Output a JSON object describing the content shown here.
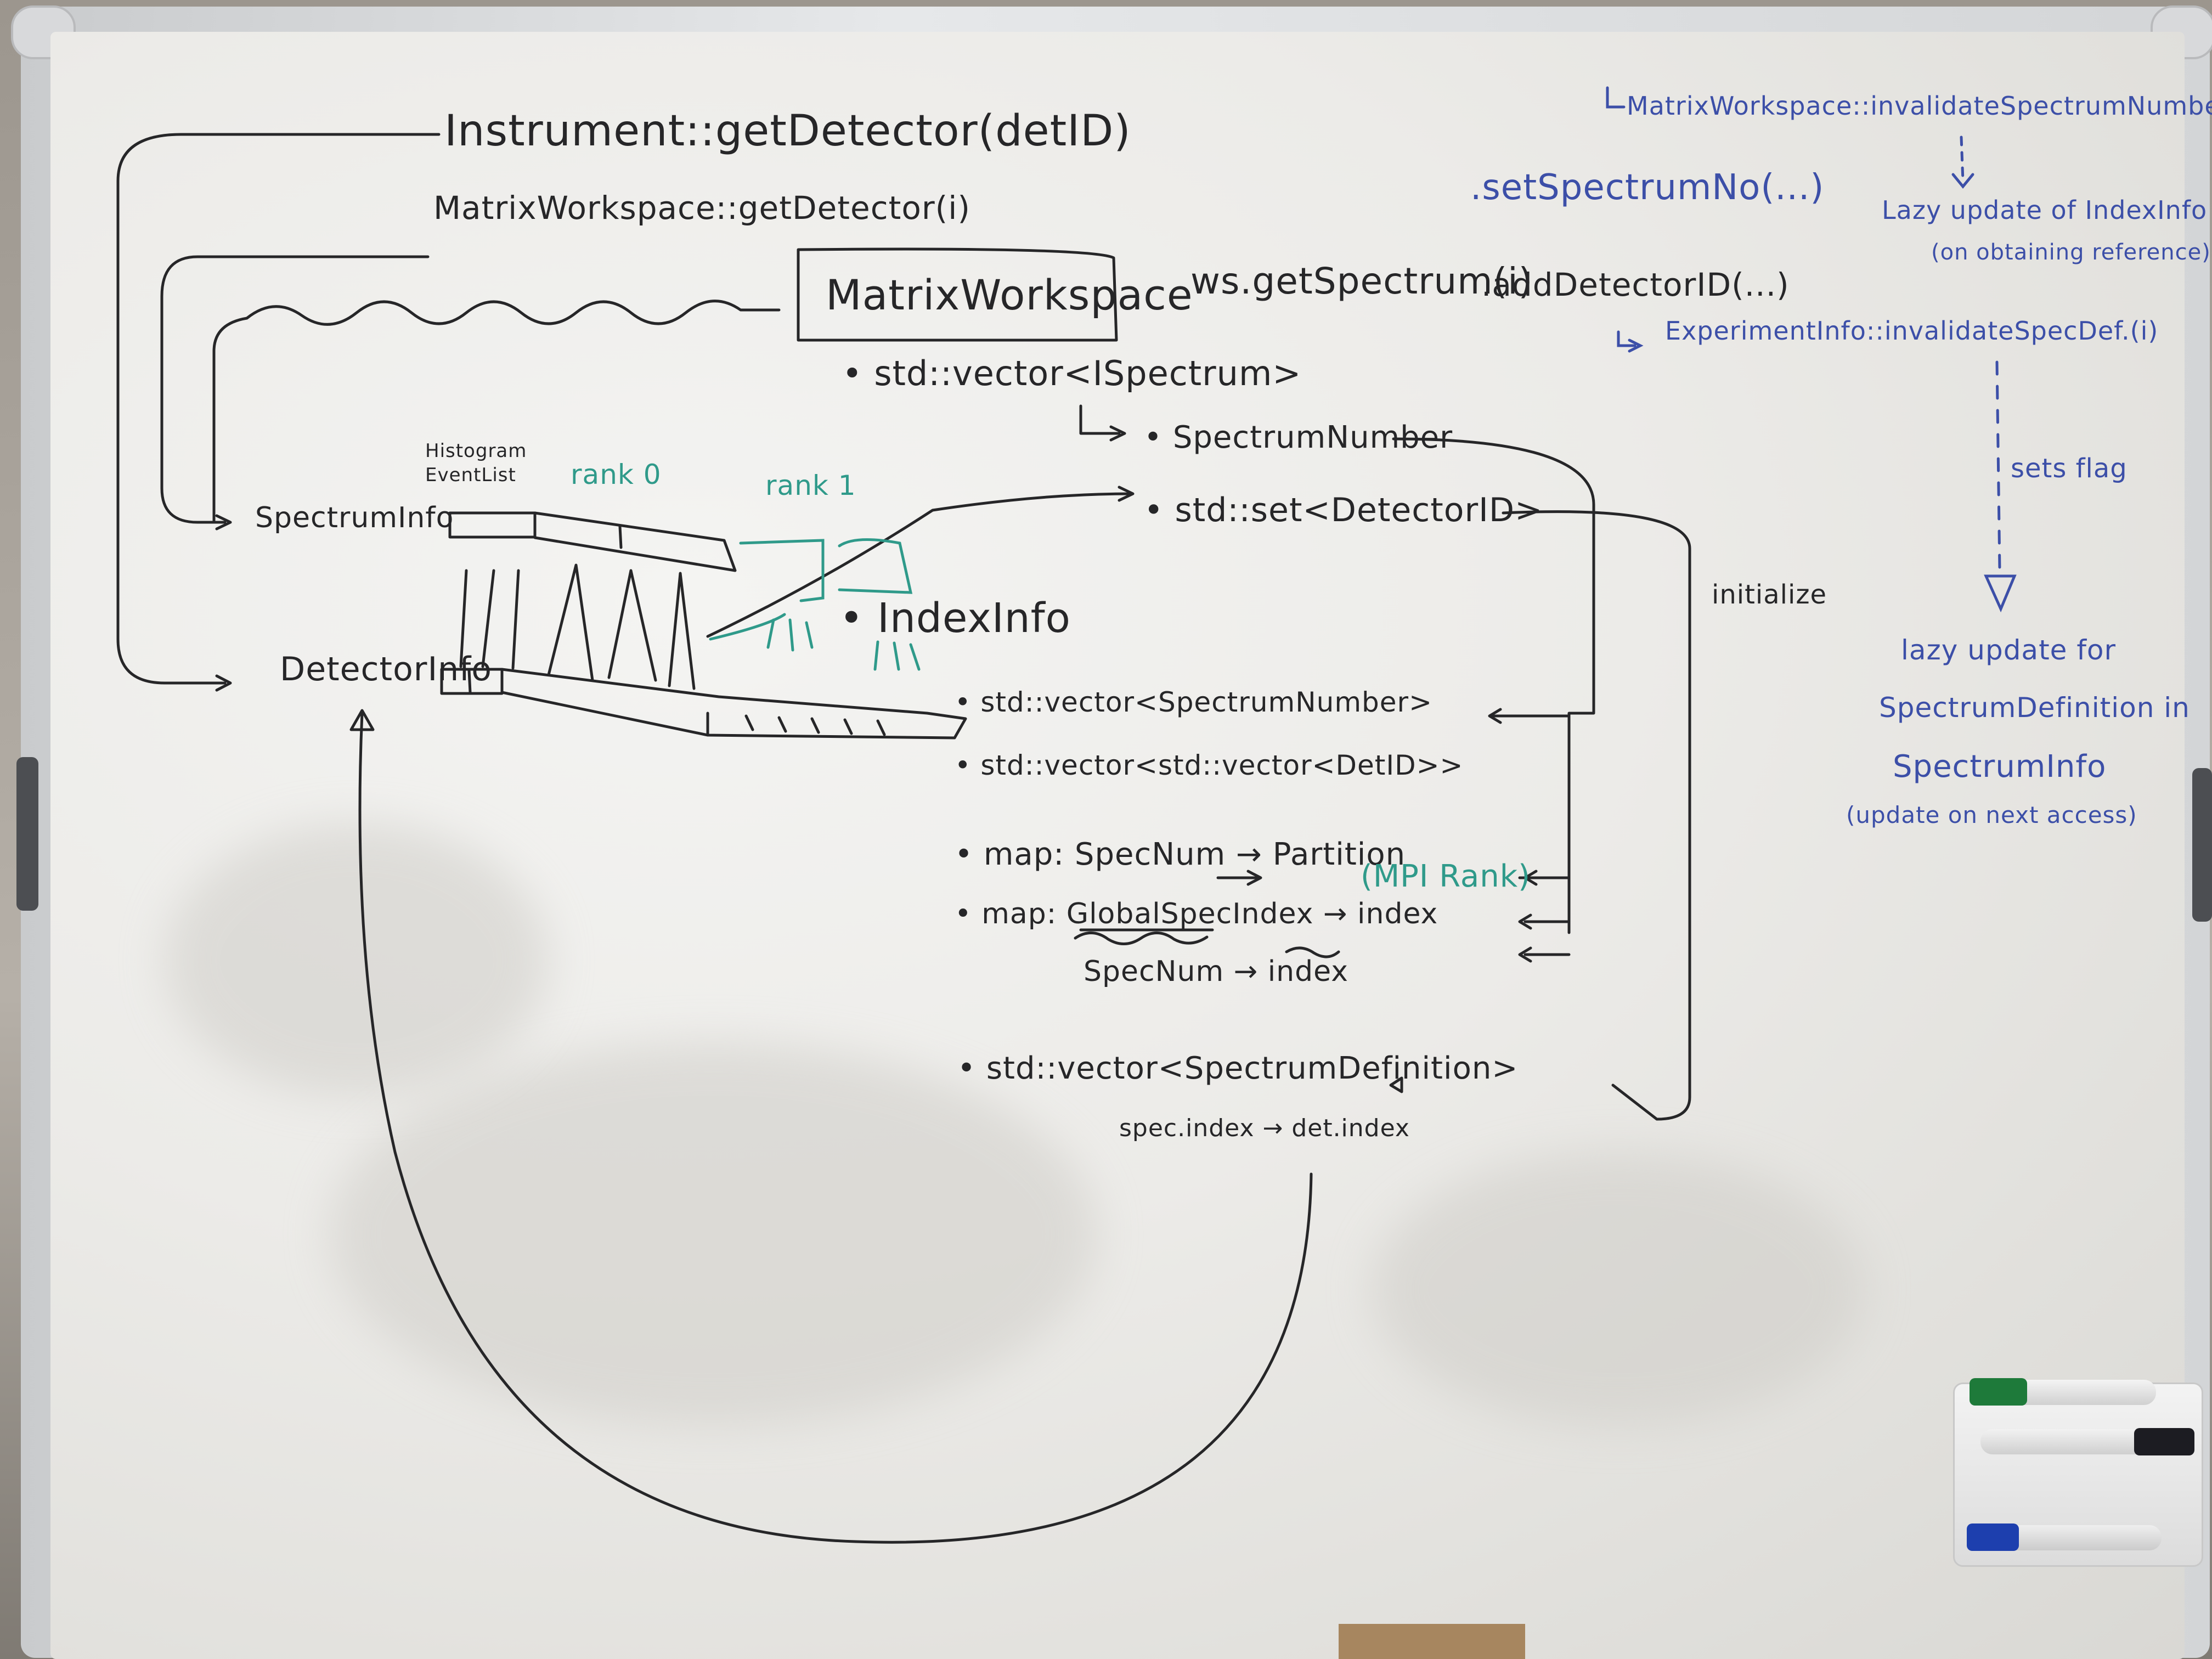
{
  "scene": "whiteboard",
  "colors": {
    "black_ink": "#262628",
    "green_ink": "#2f9a8a",
    "blue_ink": "#3c4fa8",
    "board": "#ecebe8"
  },
  "labels": {
    "instrument_get_detector": "Instrument::getDetector(detID)",
    "matrixworkspace_get_detector": "MatrixWorkspace::getDetector(i)",
    "matrixworkspace_box": "MatrixWorkspace",
    "spectrum_info": "SpectrumInfo",
    "detector_info": "DetectorInfo",
    "histogram_eventlist": "Histogram EventList",
    "vector_ispectrum": "• std::vector<ISpectrum>",
    "spectrum_number": "• SpectrumNumber",
    "set_detector_id": "• std::set<DetectorID>",
    "ws_get_spectrum": "ws.getSpectrum(i)",
    "add_detector_id": ".addDetectorID(...)",
    "index_info": "• IndexInfo",
    "initialize": "initialize",
    "vector_spectrum_number": "• std::vector<SpectrumNumber>",
    "vector_vector_detid": "• std::vector<std::vector<DetID>>",
    "map_specnum_partition": "• map: SpecNum → Partition",
    "mpi_rank": "(MPI Rank)",
    "map_global_spec_index": "• map: GlobalSpecIndex → index",
    "specnum_index": "SpecNum → index",
    "vector_spectrum_definition": "• std::vector<SpectrumDefinition>",
    "spec_index_det_index": "spec.index → det.index",
    "rank0": "rank 0",
    "rank1": "rank 1",
    "set_spectrum_no": ".setSpectrumNo(...)",
    "invalidate_spectrum_numbers": "MatrixWorkspace::invalidateSpectrumNumbers()",
    "lazy_update_indexinfo": "Lazy update of IndexInfo",
    "on_obtaining_reference": "(on obtaining reference)",
    "experimentinfo_invalidate": "ExperimentInfo::invalidateSpecDef.(i)",
    "sets_flag": "sets flag",
    "lazy_update_for": "lazy update for",
    "spectrum_definition_in": "SpectrumDefinition in",
    "spectruminfo_blue": "SpectrumInfo",
    "update_on_next_access": "(update on next access)"
  },
  "icons": [
    "whiteboard-frame",
    "marker-green",
    "marker-black",
    "marker-blue",
    "marker-tray"
  ]
}
